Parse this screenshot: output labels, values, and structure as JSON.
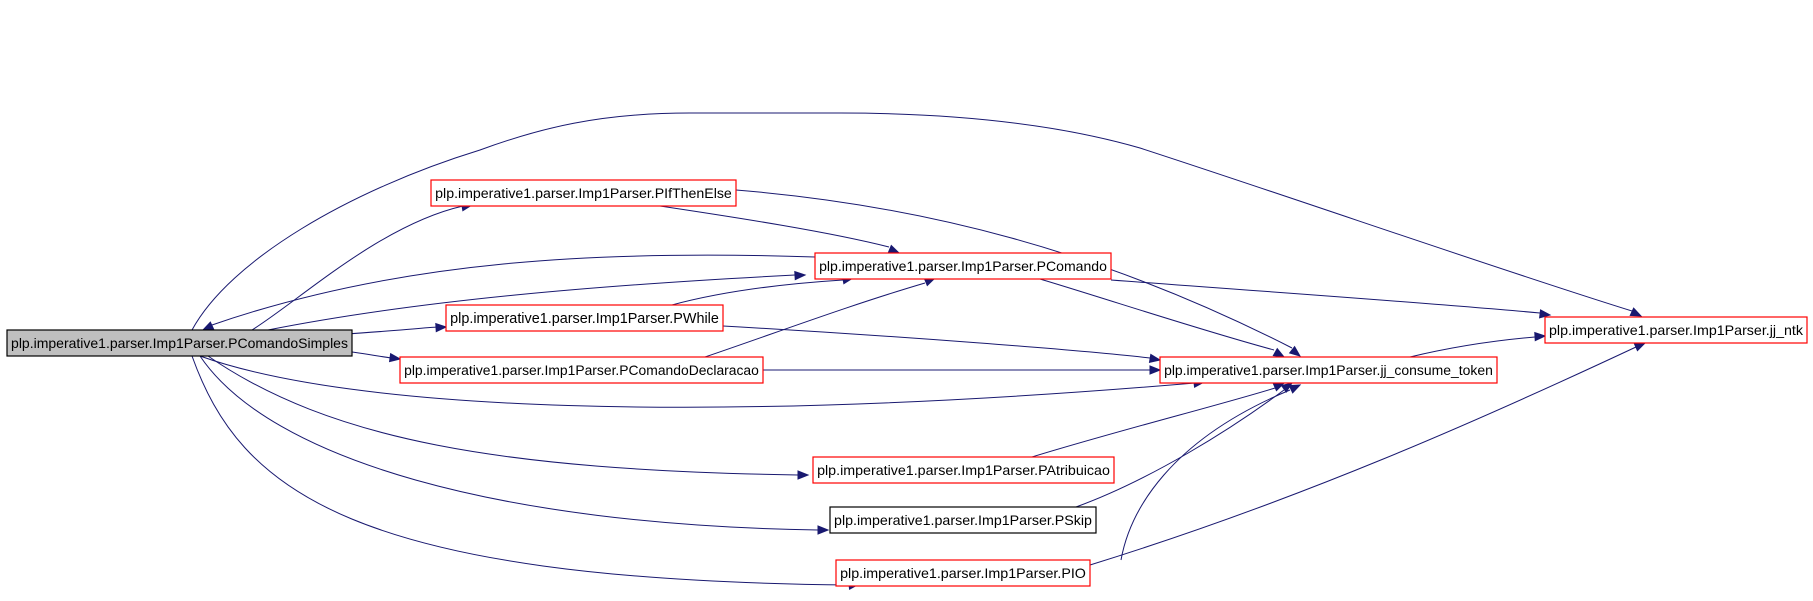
{
  "colors": {
    "edge": "#191970",
    "root_fill": "#bfbfbf",
    "root_border": "#000000",
    "linked_border": "#ff0000",
    "plain_border": "#000000",
    "node_fill": "#ffffff"
  },
  "nodes": [
    {
      "id": "pcomandosimples",
      "label": "plp.imperative1.parser.Imp1Parser.PComandoSimples",
      "kind": "root"
    },
    {
      "id": "pifthenelse",
      "label": "plp.imperative1.parser.Imp1Parser.PIfThenElse",
      "kind": "linked"
    },
    {
      "id": "pcomando",
      "label": "plp.imperative1.parser.Imp1Parser.PComando",
      "kind": "linked"
    },
    {
      "id": "pwhile",
      "label": "plp.imperative1.parser.Imp1Parser.PWhile",
      "kind": "linked"
    },
    {
      "id": "pcomandodeclaracao",
      "label": "plp.imperative1.parser.Imp1Parser.PComandoDeclaracao",
      "kind": "linked"
    },
    {
      "id": "jj_consume_token",
      "label": "plp.imperative1.parser.Imp1Parser.jj_consume_token",
      "kind": "linked"
    },
    {
      "id": "jj_ntk",
      "label": "plp.imperative1.parser.Imp1Parser.jj_ntk",
      "kind": "linked"
    },
    {
      "id": "patribuicao",
      "label": "plp.imperative1.parser.Imp1Parser.PAtribuicao",
      "kind": "linked"
    },
    {
      "id": "pskip",
      "label": "plp.imperative1.parser.Imp1Parser.PSkip",
      "kind": "plain"
    },
    {
      "id": "pio",
      "label": "plp.imperative1.parser.Imp1Parser.PIO",
      "kind": "linked"
    }
  ],
  "edges": [
    {
      "from": "pcomandosimples",
      "to": "pifthenelse"
    },
    {
      "from": "pcomandosimples",
      "to": "pcomando"
    },
    {
      "from": "pcomandosimples",
      "to": "pwhile"
    },
    {
      "from": "pcomandosimples",
      "to": "pcomandodeclaracao"
    },
    {
      "from": "pcomandosimples",
      "to": "jj_consume_token"
    },
    {
      "from": "pcomandosimples",
      "to": "jj_ntk"
    },
    {
      "from": "pcomandosimples",
      "to": "patribuicao"
    },
    {
      "from": "pcomandosimples",
      "to": "pskip"
    },
    {
      "from": "pcomandosimples",
      "to": "pio"
    },
    {
      "from": "pifthenelse",
      "to": "pcomando"
    },
    {
      "from": "pifthenelse",
      "to": "jj_consume_token"
    },
    {
      "from": "pcomando",
      "to": "pcomandosimples"
    },
    {
      "from": "pcomando",
      "to": "jj_consume_token"
    },
    {
      "from": "pcomando",
      "to": "jj_ntk"
    },
    {
      "from": "pwhile",
      "to": "pcomando"
    },
    {
      "from": "pwhile",
      "to": "jj_consume_token"
    },
    {
      "from": "pcomandodeclaracao",
      "to": "pcomando"
    },
    {
      "from": "pcomandodeclaracao",
      "to": "jj_consume_token"
    },
    {
      "from": "jj_consume_token",
      "to": "jj_ntk"
    },
    {
      "from": "patribuicao",
      "to": "jj_consume_token"
    },
    {
      "from": "pskip",
      "to": "jj_consume_token"
    },
    {
      "from": "pio",
      "to": "jj_consume_token"
    },
    {
      "from": "pio",
      "to": "jj_ntk"
    }
  ]
}
